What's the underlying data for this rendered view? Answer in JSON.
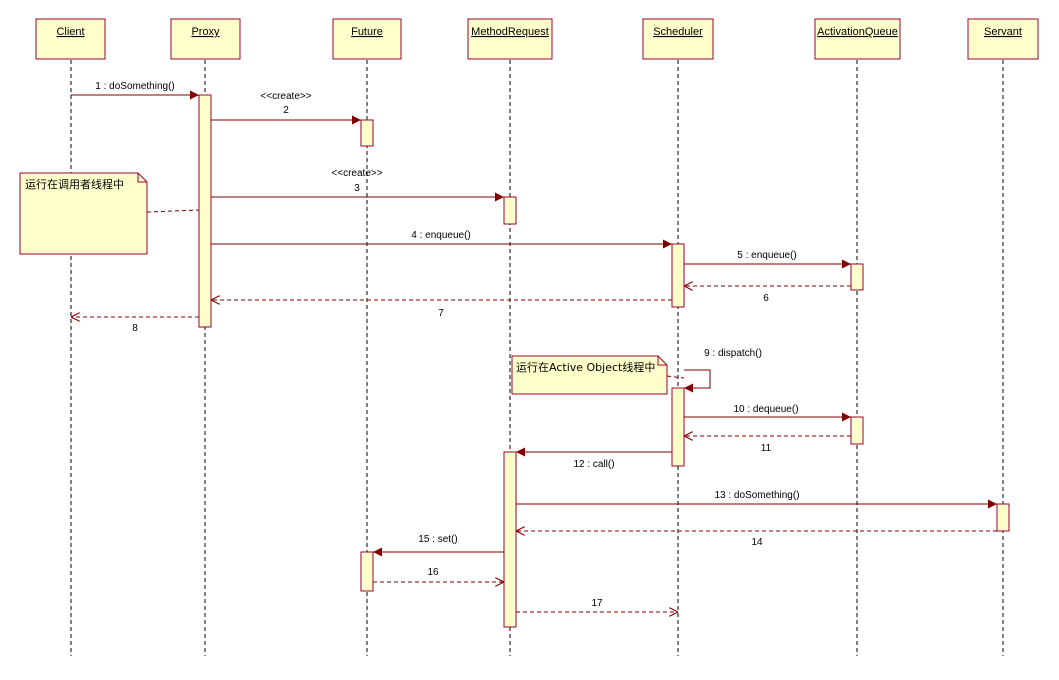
{
  "colors": {
    "box_fill": "#ffffcc",
    "box_stroke": "#990033",
    "line": "#800000",
    "lifeline": "#000000"
  },
  "lifelines": [
    {
      "id": "client",
      "name": "Client"
    },
    {
      "id": "proxy",
      "name": "Proxy"
    },
    {
      "id": "future",
      "name": "Future"
    },
    {
      "id": "methodrequest",
      "name": "MethodRequest"
    },
    {
      "id": "scheduler",
      "name": "Scheduler"
    },
    {
      "id": "activationqueue",
      "name": "ActivationQueue"
    },
    {
      "id": "servant",
      "name": "Servant"
    }
  ],
  "messages": [
    {
      "label": "1 : doSomething()",
      "from": "client",
      "to": "proxy",
      "kind": "sync"
    },
    {
      "label": "2",
      "stereotype": "<<create>>",
      "from": "proxy",
      "to": "future",
      "kind": "sync"
    },
    {
      "label": "3",
      "stereotype": "<<create>>",
      "from": "proxy",
      "to": "methodrequest",
      "kind": "sync"
    },
    {
      "label": "4 : enqueue()",
      "from": "proxy",
      "to": "scheduler",
      "kind": "sync"
    },
    {
      "label": "5 : enqueue()",
      "from": "scheduler",
      "to": "activationqueue",
      "kind": "sync"
    },
    {
      "label": "6",
      "from": "activationqueue",
      "to": "scheduler",
      "kind": "return"
    },
    {
      "label": "7",
      "from": "scheduler",
      "to": "proxy",
      "kind": "return"
    },
    {
      "label": "8",
      "from": "proxy",
      "to": "client",
      "kind": "return"
    },
    {
      "label": "9 : dispatch()",
      "from": "scheduler",
      "to": "scheduler",
      "kind": "self"
    },
    {
      "label": "10 : dequeue()",
      "from": "scheduler",
      "to": "activationqueue",
      "kind": "sync"
    },
    {
      "label": "11",
      "from": "activationqueue",
      "to": "scheduler",
      "kind": "return"
    },
    {
      "label": "12 : call()",
      "from": "scheduler",
      "to": "methodrequest",
      "kind": "sync"
    },
    {
      "label": "13 : doSomething()",
      "from": "methodrequest",
      "to": "servant",
      "kind": "sync"
    },
    {
      "label": "14",
      "from": "servant",
      "to": "methodrequest",
      "kind": "return"
    },
    {
      "label": "15 : set()",
      "from": "methodrequest",
      "to": "future",
      "kind": "sync"
    },
    {
      "label": "16",
      "from": "future",
      "to": "methodrequest",
      "kind": "return"
    },
    {
      "label": "17",
      "from": "methodrequest",
      "to": "scheduler",
      "kind": "return"
    }
  ],
  "notes": [
    {
      "text": "运行在调用者线程中"
    },
    {
      "text": "运行在Active Object线程中"
    }
  ]
}
